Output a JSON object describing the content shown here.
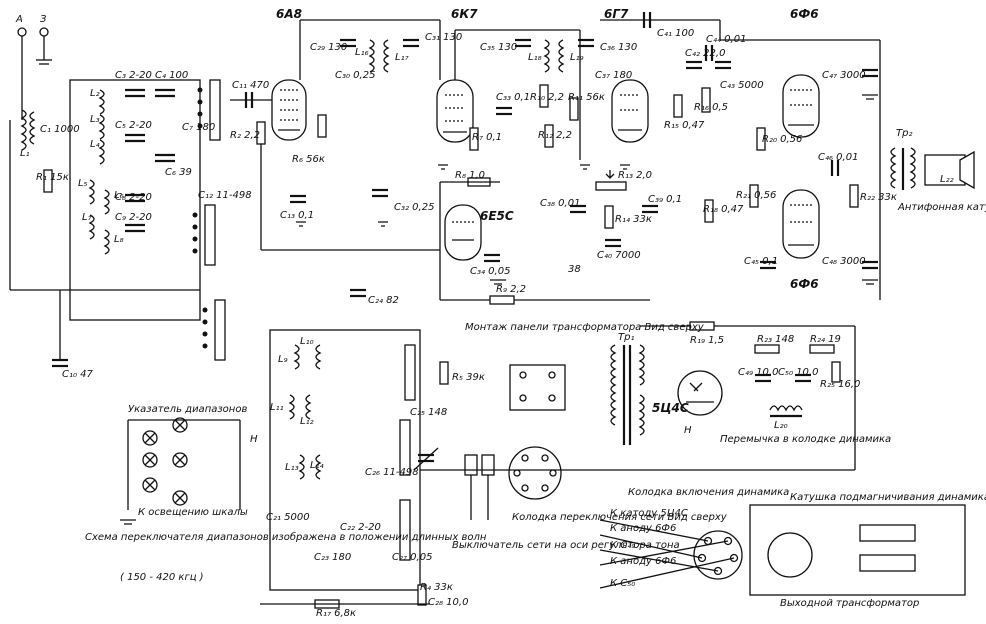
{
  "terminals": {
    "antenna": "А",
    "ground": "З"
  },
  "tubes": [
    "6А8",
    "6К7",
    "6Г7",
    "6Ф6",
    "6Е5С",
    "6Ф6",
    "5Ц4С"
  ],
  "component_labels": [
    "С₁ 1000",
    "С₃ 2-20",
    "С₄ 100",
    "С₅ 2-20",
    "С₆ 39",
    "С₇ 180",
    "С₈ 2-20",
    "С₉ 2-20",
    "С₁₀ 47",
    "С₁₁ 470",
    "С₁₂ 11-498",
    "С₁₃ 0,1",
    "С₂₉ 130",
    "С₃₀ 0,25",
    "С₃₁ 130",
    "С₃₂ 0,25",
    "С₃₃ 0,1",
    "С₃₄ 0,05",
    "С₃₅ 130",
    "С₃₆ 130",
    "С₃₇ 180",
    "С₃₈ 0,01",
    "С₃₉ 0,1",
    "С₄₀ 7000",
    "С₄₁ 100",
    "С₄₂ 22,0",
    "С₄₃ 5000",
    "С₄₄ 0,01",
    "С₄₅ 0,1",
    "С₄₆ 0,01",
    "С₄₇ 3000",
    "С₄₈ 3000",
    "С₄₉ 10,0",
    "С₅₀ 10,0",
    "С₂₄ 82",
    "С₂₅ 148",
    "С₂₆ 11-498",
    "С₂₇ 0,05",
    "С₂₈ 10,0",
    "С₂₃ 180",
    "С₂₁ 5000",
    "С₂₂ 2-20",
    "R₁ 15к",
    "R₂ 2,2",
    "R₅ 39к",
    "R₆ 56к",
    "R₇ 0,1",
    "R₈ 1,0",
    "R₉ 2,2",
    "R₁₀ 2,2",
    "R₁₁ 56к",
    "R₁₂ 2,2",
    "R₁₃ 2,0",
    "R₁₄ 33к",
    "R₁₅ 0,47",
    "R₁₆ 0,5",
    "R₁₇ 6,8к",
    "R₁₈ 0,47",
    "R₁₉ 1,5",
    "R₂₀ 0,56",
    "R₂₁ 0,56",
    "R₂₂ 33к",
    "R₂₃ 148",
    "R₂₄ 19",
    "R₂₅ 16,0",
    "R₄ 33к",
    "L₁",
    "L₂",
    "L₃",
    "L₄",
    "L₅",
    "L₆",
    "L₇",
    "L₈",
    "L₉",
    "L₁₀",
    "L₁₁",
    "L₁₂",
    "L₁₃",
    "L₁₄",
    "L₁₆",
    "L₁₇",
    "L₁₈",
    "L₁₉",
    "L₂₀",
    "L₂₂",
    "Тр₁",
    "Тр₂"
  ],
  "notes": {
    "range_indicator": "Указатель диапазонов",
    "scale_light": "К освещению шкалы",
    "switch_note": "Схема переключателя диапазонов изображена в положении длинных волн",
    "switch_range": "( 150 - 420 кгц )",
    "transformer_panel": "Монтаж панели трансформатора Вид сверху",
    "selector_block": "Колодка переключения сети Вид сверху",
    "power_switch": "Выключатель сети на оси регулятора тона",
    "jumper": "Перемычка в колодке динамика",
    "speaker_block": "Колодка включения динамика",
    "antiphon_coil": "Антифонная катушка",
    "output_transformer": "Выходной трансформатор",
    "bias_coil": "Катушка подмагничивания динамика"
  },
  "speaker_block_connections": [
    "К катоду 5Ц4С",
    "К аноду 6Ф6",
    "К С₄₉",
    "К аноду 6Ф6",
    "К С₅₀"
  ],
  "ground_labels": {
    "h_node": "Н",
    "dot_38": "38"
  }
}
